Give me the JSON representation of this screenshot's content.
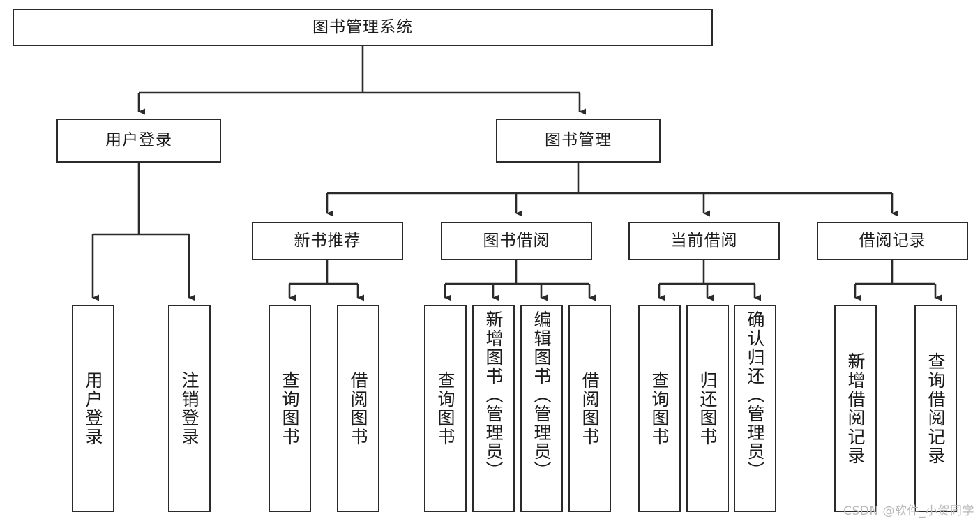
{
  "diagram": {
    "type": "tree-hierarchy",
    "title": "图书管理系统",
    "watermark": "CSDN @软件_小贺同学",
    "colors": {
      "box_border": "#2b2b2b",
      "box_fill": "#ffffff",
      "connector": "#2b2b2b",
      "text": "#1b1b1b",
      "watermark": "#b9b9b9",
      "background": "#ffffff"
    },
    "levels": {
      "root": {
        "label": "图书管理系统"
      },
      "level2": [
        {
          "label": "用户登录"
        },
        {
          "label": "图书管理"
        }
      ],
      "level3": [
        {
          "label": "新书推荐"
        },
        {
          "label": "图书借阅"
        },
        {
          "label": "当前借阅"
        },
        {
          "label": "借阅记录"
        }
      ],
      "leaves": {
        "user_login": [
          {
            "label": "用户登录"
          },
          {
            "label": "注销登录"
          }
        ],
        "new_book_recommend": [
          {
            "label": "查询图书"
          },
          {
            "label": "借阅图书"
          }
        ],
        "book_borrow": [
          {
            "label": "查询图书"
          },
          {
            "label": "新增图书（管理员）"
          },
          {
            "label": "编辑图书（管理员）"
          },
          {
            "label": "借阅图书"
          }
        ],
        "current_borrow": [
          {
            "label": "查询图书"
          },
          {
            "label": "归还图书"
          },
          {
            "label": "确认归还（管理员）"
          }
        ],
        "borrow_record": [
          {
            "label": "新增借阅记录"
          },
          {
            "label": "查询借阅记录"
          }
        ]
      }
    }
  }
}
